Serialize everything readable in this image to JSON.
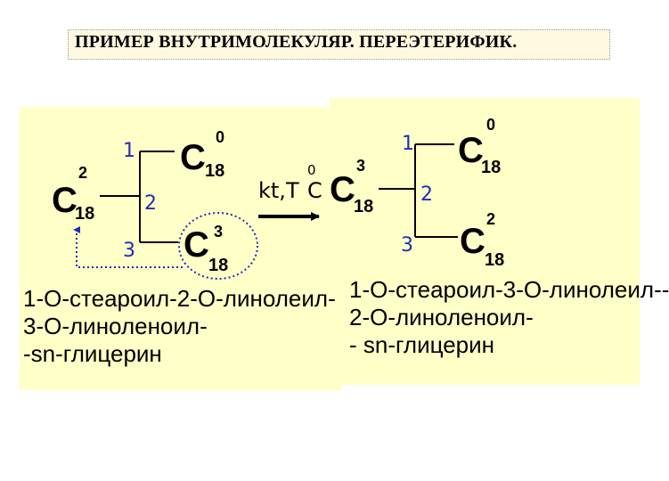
{
  "title": "ПРИМЕР ВНУТРИМОЛЕКУЛЯР. ПЕРЕЭТЕРИФИК.",
  "colors": {
    "panel_bg": "#ffffc8",
    "title_bg": "#fff9e0",
    "position_numbers": "#1f2fb5",
    "migration_arrow": "#1f2fb5",
    "text": "#000000"
  },
  "left": {
    "carbon_label": "C",
    "sub_18": "18",
    "sup_2": "2",
    "sup_0": "0",
    "sup_3": "3",
    "pos_1": "1",
    "pos_2": "2",
    "pos_3": "3",
    "name_lines": [
      "1-О-стеароил-2-О-линолеил-",
      "3-О-линоленоил-",
      "-sn-глицерин"
    ]
  },
  "reaction": {
    "conditions": "kt,T",
    "degree_symbol": "0",
    "unit": "C"
  },
  "right": {
    "carbon_label": "C",
    "sub_18": "18",
    "sup_3": "3",
    "sup_0": "0",
    "sup_2": "2",
    "pos_1": "1",
    "pos_2": "2",
    "pos_3": "3",
    "name_lines": [
      "1-О-стеароил-3-О-линолеил--",
      "2-О-линоленоил-",
      "- sn-глицерин"
    ]
  }
}
